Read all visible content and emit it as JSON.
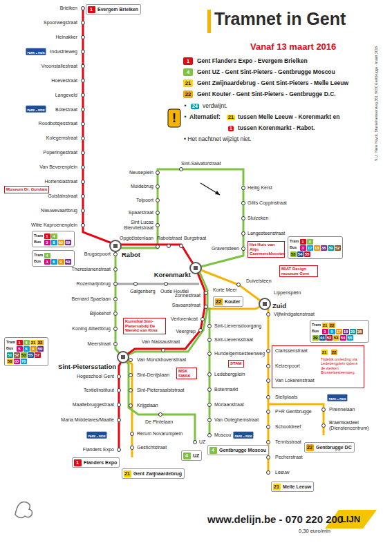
{
  "diagram": {
    "title": "Tramnet in Gent",
    "nodes": [
      {
        "text": [
          "1",
          "Evergem Brielken"
        ]
      },
      {
        "text": [
          "Museum Dr. Guislain"
        ]
      },
      {
        "text": [
          "Tram",
          "1",
          "4",
          "Bus",
          "3",
          "8",
          "65",
          "69"
        ]
      },
      {
        "text": [
          "Tram",
          "4",
          "Bus",
          "3",
          "6",
          "9",
          "69"
        ]
      },
      {
        "text": [
          "Het Huis van Alijn Caermersklooster"
        ]
      },
      {
        "text": [
          "Tram",
          "1",
          "4",
          "Bus",
          "3",
          "17",
          "18",
          "38",
          "39",
          "52",
          "53",
          "54",
          "55"
        ]
      },
      {
        "text": [
          "MIAT Design museum Gent"
        ]
      },
      {
        "text": [
          "Tram",
          "21",
          "22",
          "Bus",
          "3",
          "5",
          "17",
          "18",
          "20",
          "38",
          "39",
          "44",
          "52",
          "53",
          "54",
          "55"
        ]
      },
      {
        "text": [
          "22",
          "Kouter"
        ]
      },
      {
        "text": [
          "Tram",
          "1",
          "4",
          "21",
          "22",
          "Bus",
          "5",
          "6",
          "9",
          "50",
          "51",
          "52",
          "53",
          "55",
          "57",
          "58",
          "65",
          "70"
        ]
      },
      {
        "text": [
          "Kunsthal Sint-Pietersabdij De Wereld van Kina"
        ]
      },
      {
        "text": [
          "STAM"
        ]
      },
      {
        "text": [
          "MSK SMAK"
        ]
      },
      {
        "text": [
          "21",
          "22",
          "Tijdelijk omleiding via Ledebergplein tijdens de werken Brusselsesteenweg."
        ]
      },
      {
        "text": [
          "1",
          "Flanders Expo"
        ]
      },
      {
        "text": [
          "4",
          "UZ"
        ]
      },
      {
        "text": [
          "21",
          "Gent Zwijnaardebrug"
        ]
      },
      {
        "text": [
          "4",
          "Gentbrugge Moscou"
        ]
      },
      {
        "text": [
          "22",
          "Gentbrugge DC"
        ]
      },
      {
        "text": [
          "21",
          "Melle Leeuw"
        ]
      }
    ],
    "labels": [
      "Vanaf 13 maart 2016",
      "1",
      "4",
      "21",
      "22",
      "!",
      "•",
      "24",
      "verdwijnt.",
      "•",
      "Alternatief:",
      "21",
      "tussen Melle Leeuw - Korenmarkt en",
      "1",
      "tussen Korenmarkt - Rabot.",
      "• Het nachtnet wijzigt niet.",
      "V.U.: Niele Huyck, Brusselsesteenweg 361, 9050 Gentbrugge - maart 2016",
      "Brielken",
      "Spoorwegstraat",
      "Heinakker",
      "Industrieweg",
      "Vroonstallestraat",
      "Hoevestraat",
      "Langeveld",
      "Botestraat",
      "Roodbotsjesstraat",
      "Kolegemstraat",
      "Poperingestraat",
      "Van Beverenplein",
      "Hortensiastraat",
      "Guislainstraat",
      "Nieuwevaartbrug",
      "Witte Kaproenenplein",
      "PARK + RIDE",
      "PARK + RIDE",
      "Neuseplein",
      "Sint-Salvatorstraat",
      "Muidebrug",
      "Heilig Kerst",
      "Tolpoort",
      "Gillis Coppinstraat",
      "Spaarstraat",
      "Sluizeken",
      "Sint Lucas Biervlietstraat",
      "Langesteenstraat",
      "Opgeëistenlaan",
      "Rabot",
      "Rabotstraat",
      "Burgstraat",
      "Gravensteen",
      "Korenmarkt",
      "Brugsepoort",
      "Theresianenstraat",
      "Rozemarijnbrug",
      "Galgenberg",
      "Oude Houtlei",
      "Duivelsteen",
      "Zonnestraat",
      "Korte Meer",
      "Lippensplein",
      "Bernard Spaelaan",
      "Savaanstraat",
      "Zuid",
      "Bijlokehof",
      "Vijfwindgatenstraat",
      "Verlorenkost",
      "Sint-Lievensdoorgang",
      "Koning Albertbrug",
      "Veergrep",
      "Sint-Lievensstraat",
      "Van Nassaustraat",
      "Meerstraat",
      "Clarissenstraat",
      "Hundelgemsesteenweg",
      "Van Monckhovenstraat",
      "Sint-Pietersstation",
      "Keizerpoort",
      "Hogeschool Gent",
      "Ledebergplein",
      "Sint-Denijslaan",
      "Van Lokerenstraat",
      "Textielinstituut",
      "Sint-Pietersaalststraat",
      "Botermarkt",
      "Steilplaats",
      "Maaltebruggestraat",
      "Krijgslaan",
      "Moriaanstraat",
      "P+R Gentbrugge",
      "Pirennelaan",
      "PARK + RIDE",
      "Maria Middelares/Maalte",
      "De Pintelaan",
      "Van Ooteghemstraat",
      "Schooldreef",
      "Braemkasteel (Dienstencentrum)",
      "Rerum Novarumplein",
      "PARK + RIDE",
      "Moscou",
      "UZ",
      "Tennisstraat",
      "Gestichtstraat",
      "PARK + RIDE",
      "Flanders Expo",
      "Pecherstraat",
      "Leeuw",
      "www.delijn.be - 070 220 200",
      "0,30 euro/min",
      "LIJN"
    ],
    "legend": [
      {
        "text": "Gent Flanders Expo - Evergem Brielken",
        "color": "#e30613"
      },
      {
        "text": "Gent UZ - Gent Sint-Pieters - Gentbrugge Moscou",
        "color": "#7dc242"
      },
      {
        "text": "Gent Zwijnaardebrug - Gent Sint-Pieters - Melle Leeuw",
        "color": "#ffd200"
      },
      {
        "text": "Gent Kouter - Gent Sint-Pieters - Gentbrugge D.C.",
        "color": "#f6a800"
      }
    ]
  }
}
